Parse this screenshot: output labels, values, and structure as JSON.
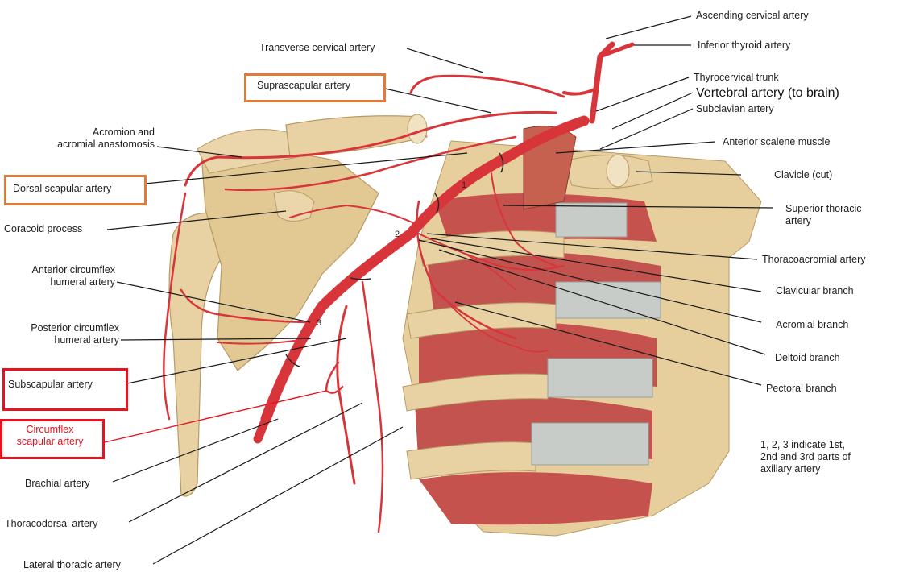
{
  "labels": {
    "ascending_cervical": "Ascending cervical artery",
    "transverse_cervical": "Transverse cervical artery",
    "inferior_thyroid": "Inferior thyroid artery",
    "suprascapular": "Suprascapular artery",
    "thyrocervical": "Thyrocervical trunk",
    "vertebral": "Vertebral artery (to brain)",
    "subclavian": "Subclavian artery",
    "acromion": "Acromion and\nacromial anastomosis",
    "anterior_scalene": "Anterior scalene muscle",
    "clavicle": "Clavicle (cut)",
    "dorsal_scapular": "Dorsal scapular artery",
    "superior_thoracic": "Superior thoracic\nartery",
    "coracoid": "Coracoid process",
    "thoracoacromial": "Thoracoacromial artery",
    "anterior_circumflex": "Anterior circumflex\nhumeral artery",
    "clavicular_branch": "Clavicular branch",
    "acromial_branch": "Acromial branch",
    "posterior_circumflex": "Posterior circumflex\nhumeral artery",
    "deltoid_branch": "Deltoid branch",
    "subscapular": "Subscapular artery",
    "pectoral_branch": "Pectoral branch",
    "circumflex_scapular": "Circumflex\nscapular artery",
    "note": "1, 2, 3 indicate 1st,\n2nd and 3rd parts of\naxillary artery",
    "brachial": "Brachial artery",
    "thoracodorsal": "Thoracodorsal artery",
    "lateral_thoracic": "Lateral thoracic artery"
  },
  "part_numbers": [
    "1",
    "2",
    "3"
  ],
  "colors": {
    "artery": "#d8353a",
    "bone": "#e8d2a4",
    "muscle": "#c9514f",
    "cartilage": "#c7ccc9",
    "highlight_orange": "#e07b39",
    "highlight_red": "#e8121f"
  }
}
